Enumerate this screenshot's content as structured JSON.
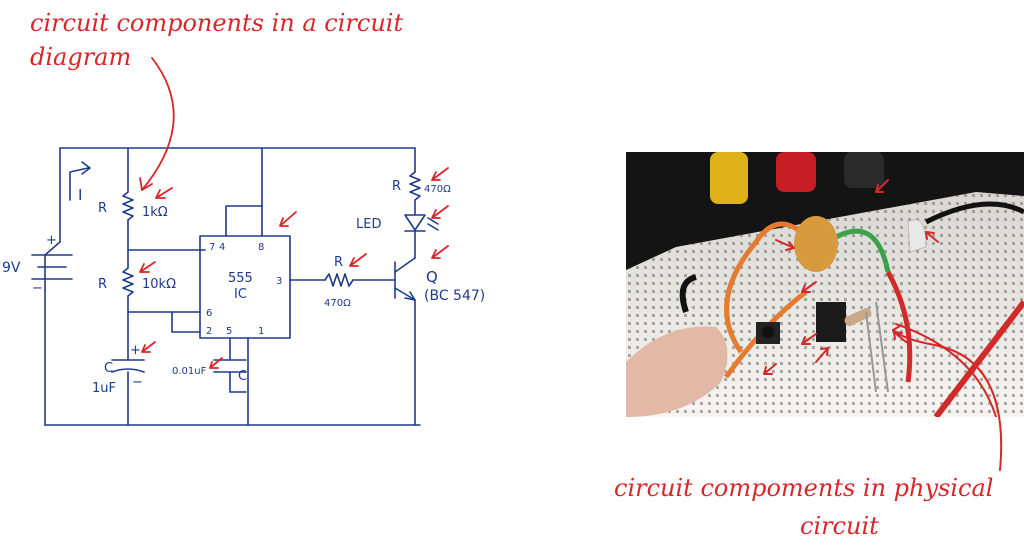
{
  "annotations": {
    "top": "circuit components in a circuit diagram",
    "bottom_line1": "circuit compoments in physical",
    "bottom_line2": "circuit"
  },
  "schematic": {
    "battery": "9V",
    "current": "I",
    "r1_symbol": "R",
    "r1_value": "1kΩ",
    "r2_symbol": "R",
    "r2_value": "10kΩ",
    "c1_symbol": "C",
    "c1_value": "1uF",
    "c2_value": "0.01uF",
    "c2_symbol": "C",
    "ic_name": "555",
    "ic_sub": "IC",
    "pin7": "7",
    "pin4": "4",
    "pin8": "8",
    "pin3": "3",
    "pin6": "6",
    "pin2": "2",
    "pin5": "5",
    "pin1": "1",
    "r3_symbol": "R",
    "r3_value": "470Ω",
    "r4_symbol": "R",
    "r4_value": "470Ω",
    "led": "LED",
    "q_symbol": "Q",
    "q_model": "(BC 547)",
    "plus": "+",
    "minus": "−"
  },
  "colors": {
    "ink": "#1f3a8a",
    "annotation": "#d9262b",
    "breadboard": "#f1f0ec",
    "board_base": "#1b1b1b"
  }
}
